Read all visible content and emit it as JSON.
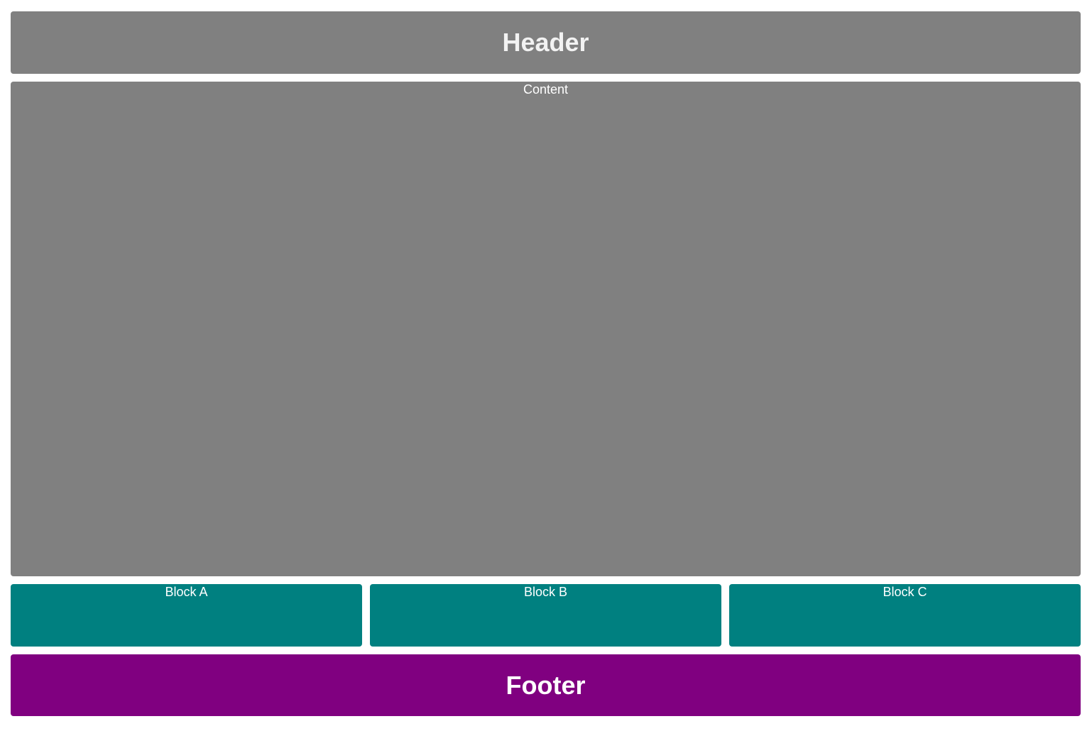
{
  "header": {
    "title": "Header"
  },
  "content": {
    "label": "Content"
  },
  "blocks": [
    {
      "label": "Block A"
    },
    {
      "label": "Block B"
    },
    {
      "label": "Block C"
    }
  ],
  "footer": {
    "title": "Footer"
  },
  "colors": {
    "header_bg": "#808080",
    "content_bg": "#808080",
    "block_bg": "#008080",
    "footer_bg": "#800080",
    "text": "#ffffff"
  }
}
